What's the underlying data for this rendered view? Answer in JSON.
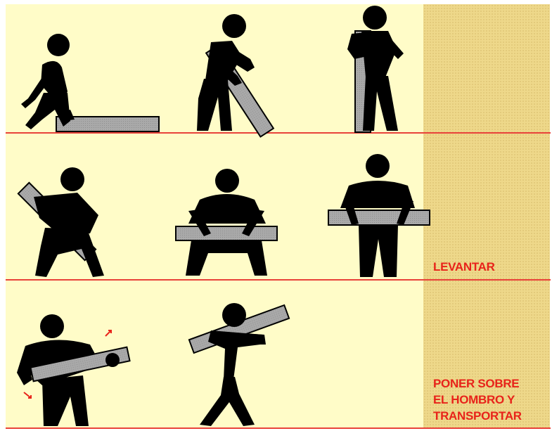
{
  "captions": {
    "lift": "LEVANTAR",
    "carry": "PONER SOBRE\nEL HOMBRO Y\nTRANSPORTAR"
  },
  "colors": {
    "figure": "#000000",
    "board": "#a9a9a9",
    "background": "#fffcc8",
    "side_panel": "#eed88a",
    "divider": "#e8423a",
    "caption": "#e8231a"
  },
  "steps": [
    {
      "id": "step-1",
      "row": 1,
      "description_icon": "crouch-beside-board-icon"
    },
    {
      "id": "step-2",
      "row": 1,
      "description_icon": "tilt-board-up-icon"
    },
    {
      "id": "step-3",
      "row": 1,
      "description_icon": "stand-board-upright-icon"
    },
    {
      "id": "step-4",
      "row": 2,
      "description_icon": "grip-board-diagonal-icon"
    },
    {
      "id": "step-5",
      "row": 2,
      "description_icon": "squat-hold-board-icon"
    },
    {
      "id": "step-6",
      "row": 2,
      "description_icon": "stand-hold-board-icon"
    },
    {
      "id": "step-7",
      "row": 3,
      "description_icon": "rotate-board-icon"
    },
    {
      "id": "step-8",
      "row": 3,
      "description_icon": "carry-board-on-shoulder-icon"
    }
  ]
}
